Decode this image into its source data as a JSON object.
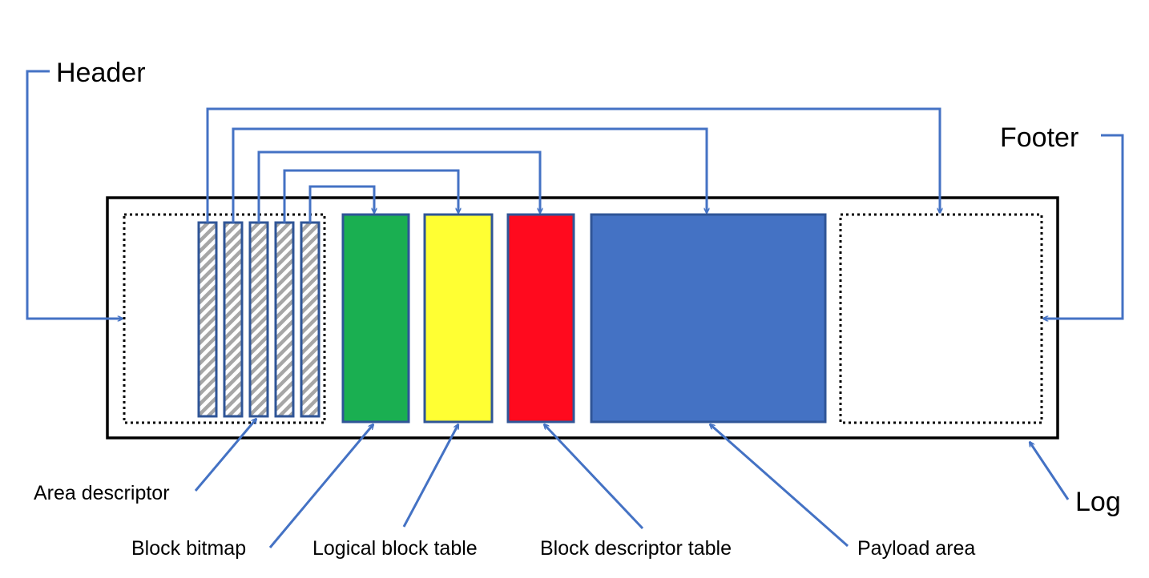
{
  "labels": {
    "header": "Header",
    "footer": "Footer",
    "log": "Log",
    "area_descriptor": "Area descriptor",
    "block_bitmap": "Block bitmap",
    "logical_block_table": "Logical block table",
    "block_descriptor_table": "Block descriptor table",
    "payload_area": "Payload area"
  },
  "colors": {
    "arrow": "#4472C4",
    "block_bitmap": "#1AAF51",
    "logical_block_table": "#FFFF33",
    "block_descriptor_table": "#FF0A1E",
    "payload_area": "#4472C4",
    "box_border": "#2F5597",
    "stripe": "#A6A6A6"
  }
}
